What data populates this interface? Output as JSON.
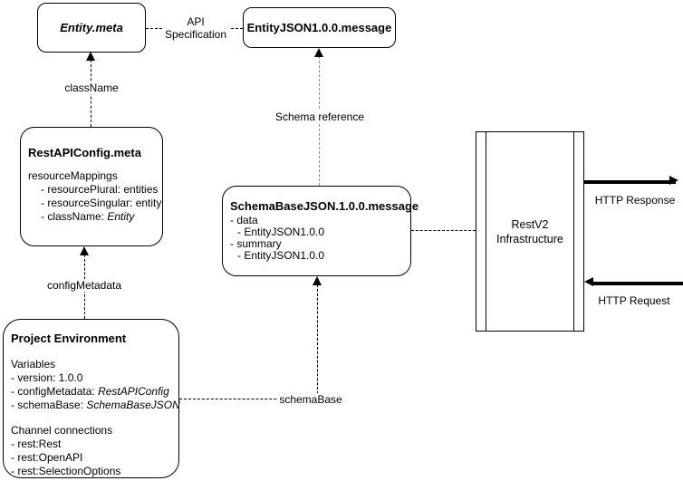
{
  "colors": {
    "stroke": "#000000",
    "schema_reference_stroke": "#8c8c8c",
    "background": "#ffffff"
  },
  "nodes": {
    "entity_meta": {
      "title": "Entity.meta"
    },
    "entity_json": {
      "title": "EntityJSON1.0.0.message"
    },
    "rest_api_config": {
      "title": "RestAPIConfig.meta",
      "line1": "resourceMappings",
      "line2": "- resourcePlural: entities",
      "line3": "- resourceSingular: entity",
      "line4_label": "- className: ",
      "line4_value": "Entity"
    },
    "schema_base_json": {
      "title": "SchemaBaseJSON.1.0.0.message",
      "line1": "- data",
      "line2": "- EntityJSON1.0.0",
      "line3": "- summary",
      "line4": "- EntityJSON1.0.0"
    },
    "project_environment": {
      "title": "Project Environment",
      "vars_header": "Variables",
      "var1": "- version: 1.0.0",
      "var2_label": "- configMetadata: ",
      "var2_value": "RestAPIConfig",
      "var3_label": "- schemaBase: ",
      "var3_value": "SchemaBaseJSON",
      "channels_header": "Channel connections",
      "chan1": "- rest:Rest",
      "chan2": "- rest:OpenAPI",
      "chan3": "- rest:SelectionOptions"
    },
    "restv2_infrastructure": {
      "title_line1": "RestV2",
      "title_line2": "Infrastructure"
    }
  },
  "edges": {
    "class_name": {
      "label": "className"
    },
    "api_specification": {
      "label_line1": "API",
      "label_line2": "Specification"
    },
    "schema_reference": {
      "label": "Schema reference"
    },
    "config_metadata": {
      "label": "configMetadata"
    },
    "schema_base": {
      "label": "schemaBase"
    },
    "http_response": {
      "label": "HTTP Response"
    },
    "http_request": {
      "label": "HTTP Request"
    }
  }
}
